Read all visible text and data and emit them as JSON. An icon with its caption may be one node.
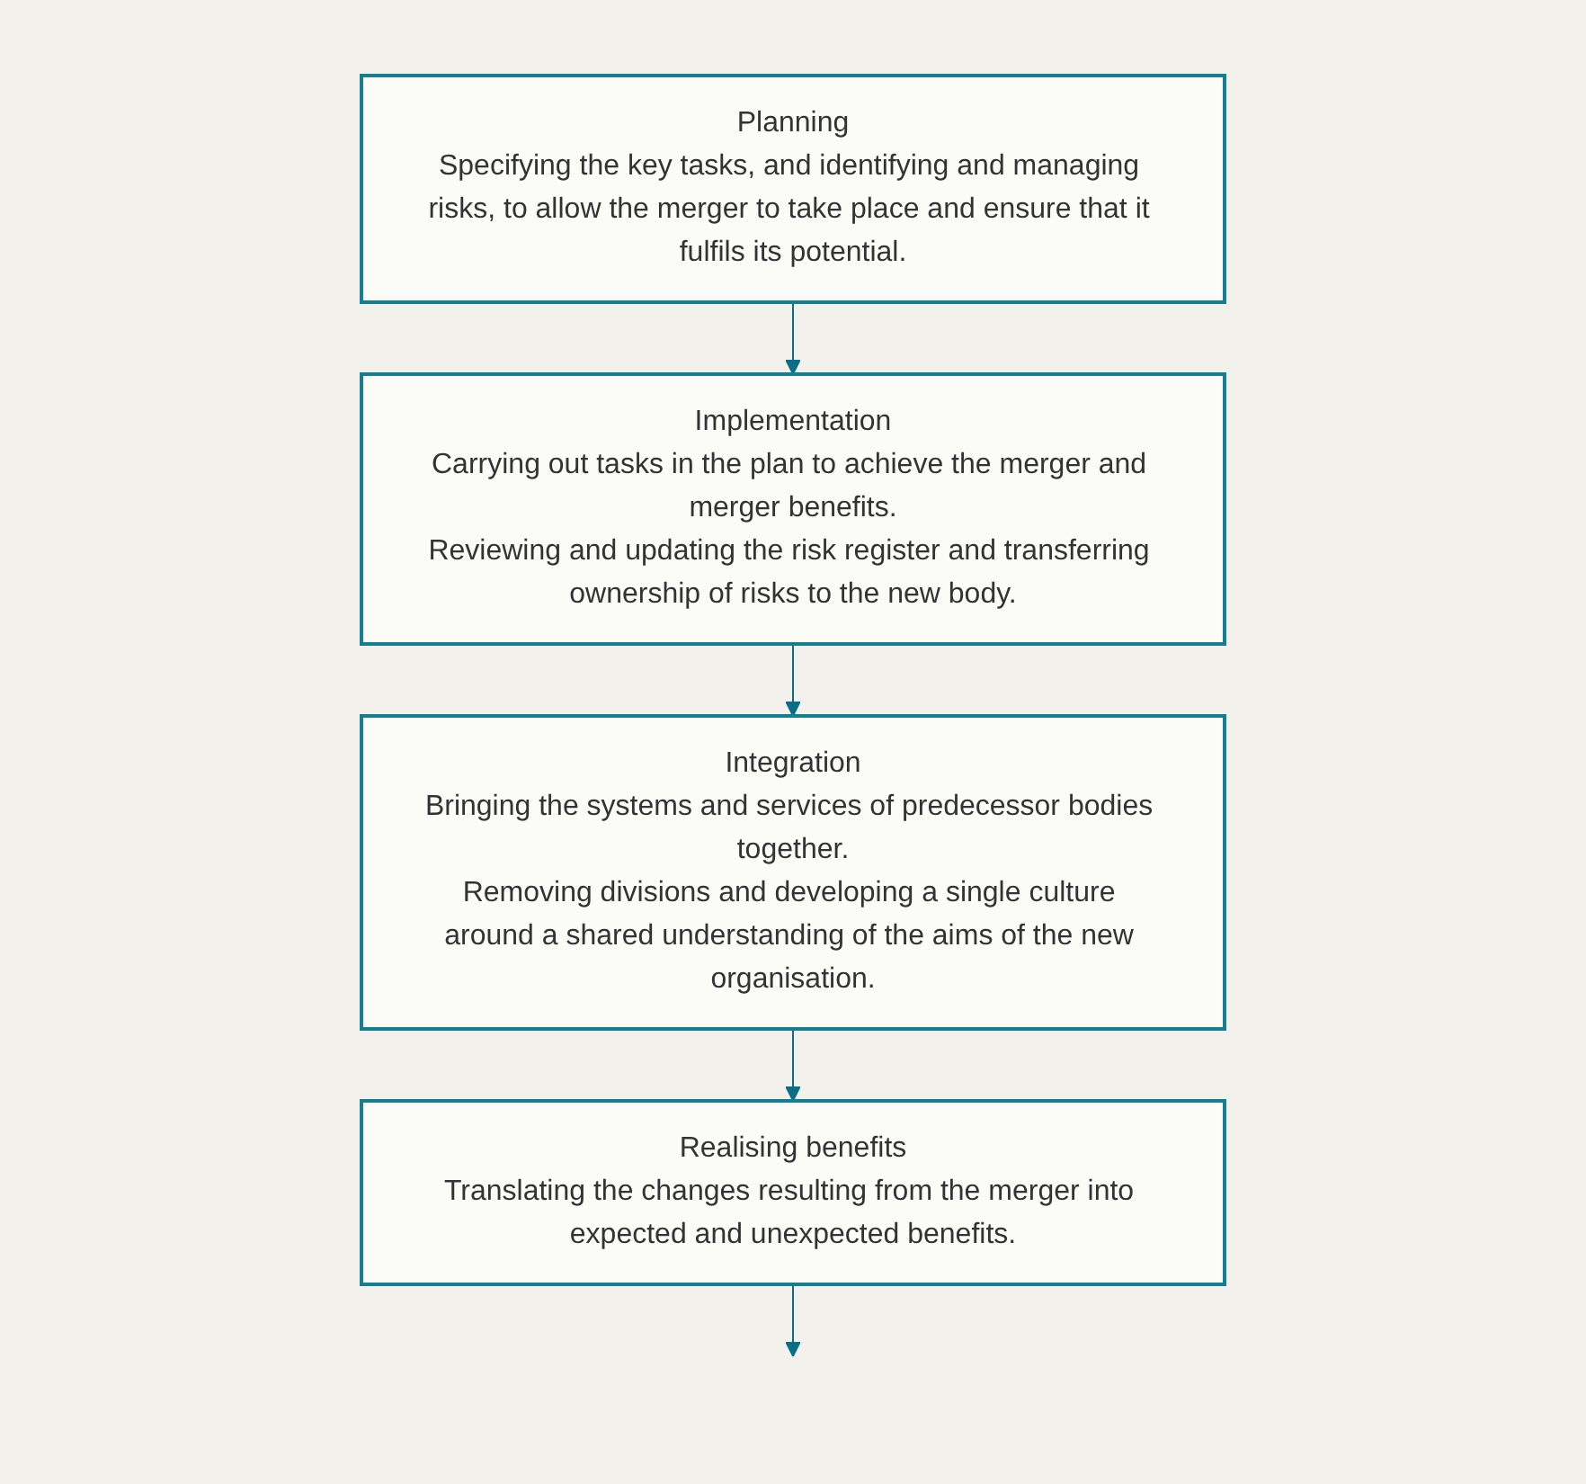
{
  "diagram": {
    "nodes": [
      {
        "text": [
          "Planning",
          "Specifying the key tasks, and identifying and managing risks, to allow the merger to take place and ensure that it fulfils its potential."
        ]
      },
      {
        "text": [
          "Implementation",
          "Carrying out tasks in the plan to achieve the merger and merger benefits.",
          "Reviewing and updating the risk register and transferring ownership of risks to the new body."
        ]
      },
      {
        "text": [
          "Integration",
          "Bringing the systems and services of predecessor bodies together.",
          "Removing divisions and developing a single culture around a shared understanding of the aims of the new organisation."
        ]
      },
      {
        "text": [
          "Realising benefits",
          "Translating the changes resulting from the merger into expected and unexpected benefits."
        ]
      }
    ],
    "edges": [
      {
        "from": 0,
        "to": 1,
        "arrow": "to"
      },
      {
        "from": 1,
        "to": 2,
        "arrow": "to"
      },
      {
        "from": 2,
        "to": 3,
        "arrow": "to"
      },
      {
        "from": 3,
        "to": null,
        "arrow": "to"
      }
    ]
  }
}
